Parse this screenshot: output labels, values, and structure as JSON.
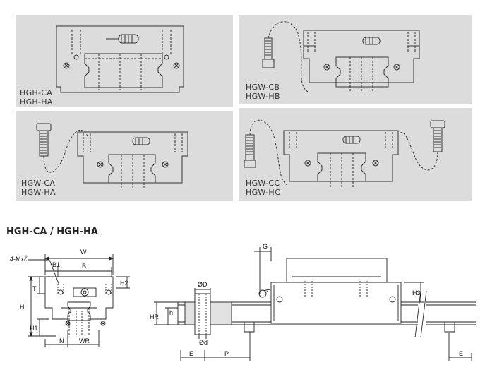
{
  "panels": [
    {
      "id": "p1",
      "lines": [
        "HGH-CA",
        "HGH-HA"
      ]
    },
    {
      "id": "p2",
      "lines": [
        "HGW-CB",
        "HGW-HB"
      ]
    },
    {
      "id": "p3",
      "lines": [
        "HGW-CA",
        "HGW-HA"
      ]
    },
    {
      "id": "p4",
      "lines": [
        "HGW-CC",
        "HGW-HC"
      ]
    }
  ],
  "section_title": "HGH-CA / HGH-HA",
  "dimensions": {
    "W": "W",
    "B": "B",
    "B1": "B1",
    "T": "T",
    "H": "H",
    "H1": "H1",
    "H2": "H2",
    "N": "N",
    "WR": "WR",
    "mount": "4-Mx",
    "ell": "ℓ",
    "G": "G",
    "D": "ØD",
    "d": "Ød",
    "h": "h",
    "HR": "HR",
    "H3": "H3",
    "E_left": "E",
    "P": "P",
    "E_right": "E"
  },
  "colors": {
    "panel_bg": "#dcdcdc",
    "line": "#333333",
    "rail_fill": "#e2e2e2"
  }
}
